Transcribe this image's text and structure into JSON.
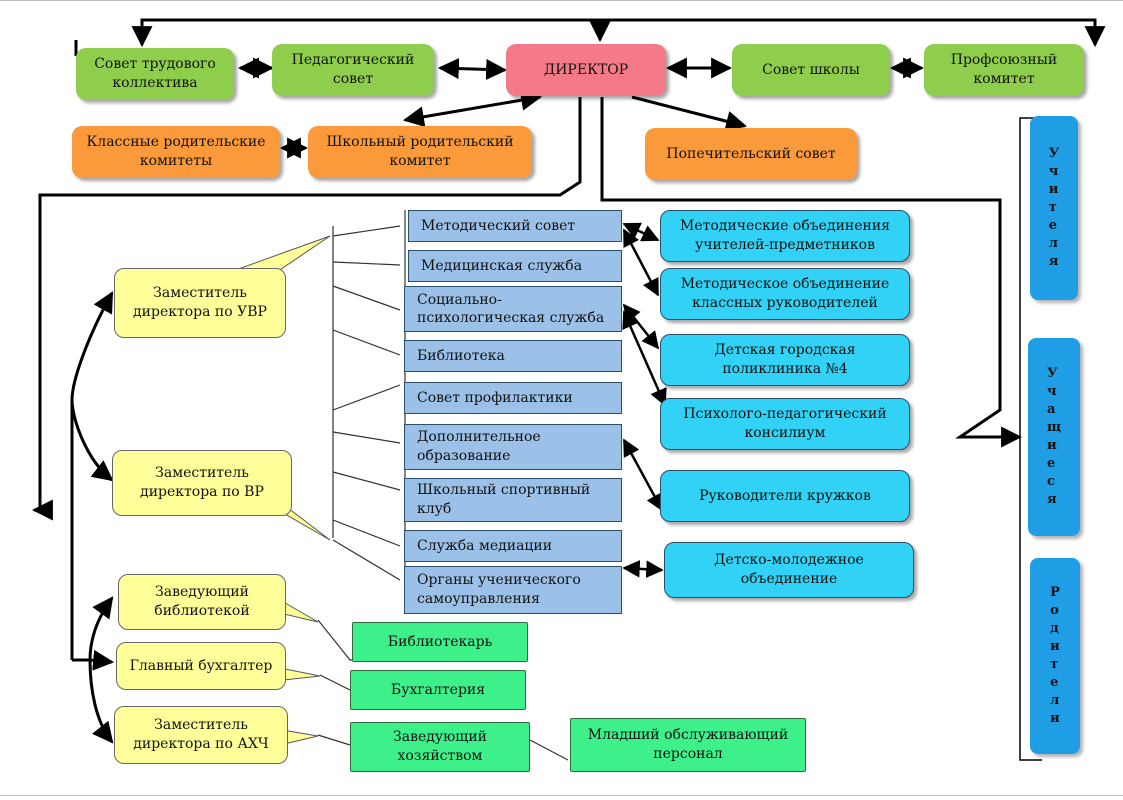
{
  "top_row": {
    "director": "ДИРЕКТОР",
    "labor_council": "Совет трудового коллектива",
    "pedagogical_council": "Педагогический совет",
    "school_council": "Совет школы",
    "trade_union": "Профсоюзный комитет"
  },
  "parents_row": {
    "class_parent_committees": "Классные родительские комитеты",
    "school_parent_committee": "Школьный родительский комитет",
    "board_of_trustees": "Попечительский совет"
  },
  "deputies": {
    "uvr": "Заместитель директора по УВР",
    "vr": "Заместитель директора по ВР",
    "library_head": "Заведующий библиотекой",
    "chief_accountant": "Главный бухгалтер",
    "ahch": "Заместитель директора по АХЧ"
  },
  "services": [
    "Методический совет",
    "Медицинская служба",
    "Социально-психологическая служба",
    "Библиотека",
    "Совет профилактики",
    "Дополнительное образование",
    "Школьный спортивный клуб",
    "Служба медиации",
    "Органы ученического самоуправления"
  ],
  "associations": [
    "Методические объединения учителей-предметников",
    "Методическое объединение классных руководителей",
    "Детская городская поликлиника №4",
    "Психолого-педагогический консилиум",
    "Руководители кружков",
    "Детско-молодежное объединение"
  ],
  "staff": {
    "librarian": "Библиотекарь",
    "accounting": "Бухгалтерия",
    "housekeeping_head": "Заведующий хозяйством",
    "junior_staff": "Младший обслуживающий персонал"
  },
  "side_columns": {
    "teachers": "Учителя",
    "students": "Учащиеся",
    "parents": "Родители"
  }
}
